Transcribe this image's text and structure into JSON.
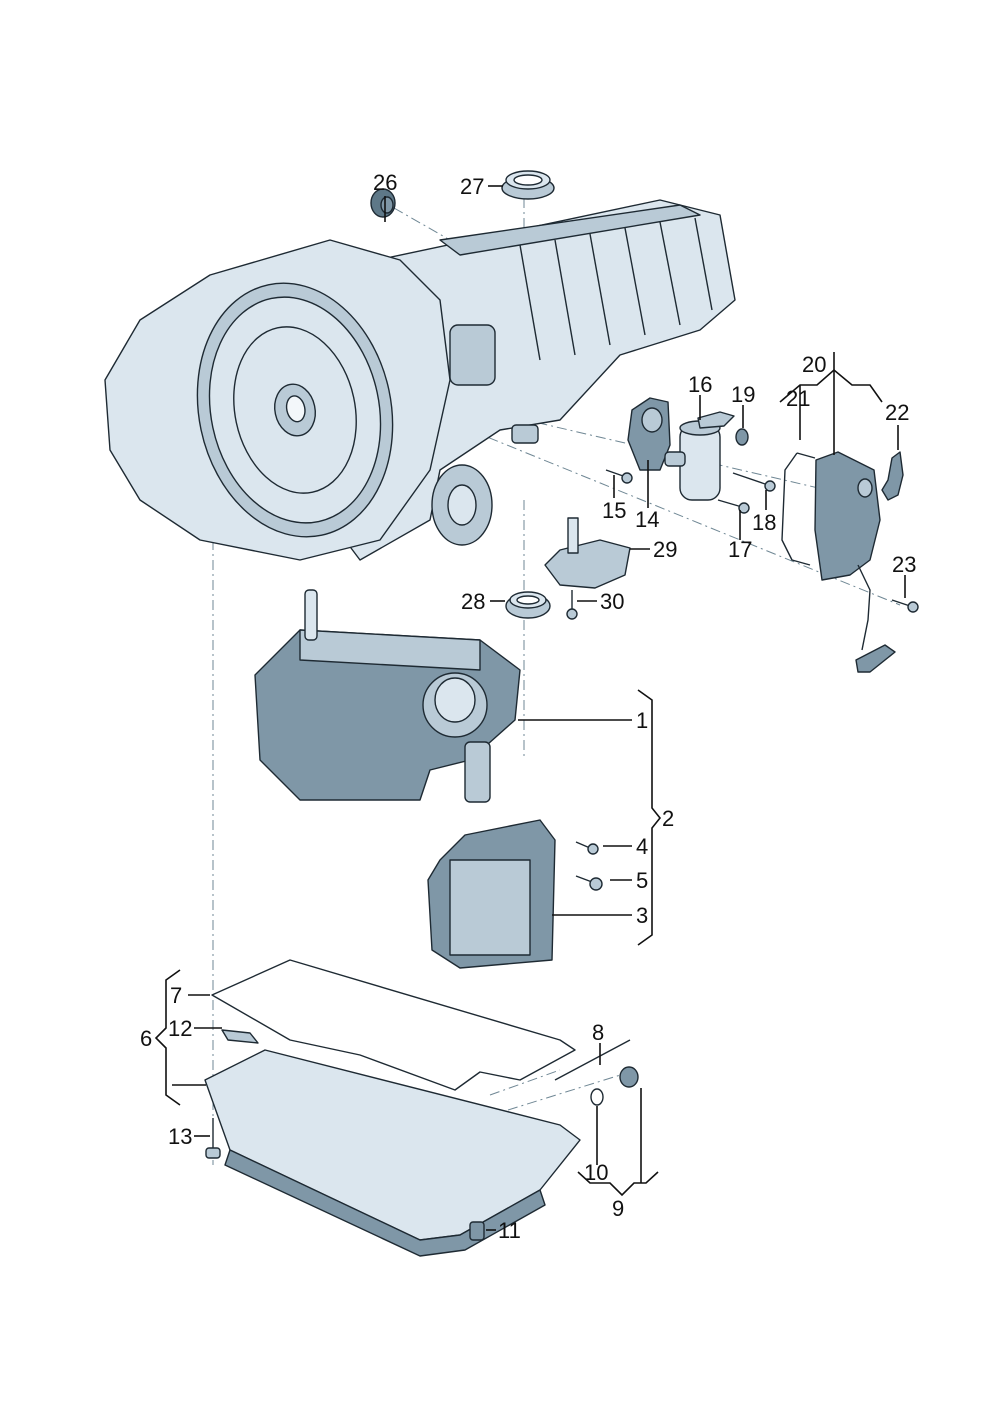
{
  "diagram": {
    "type": "exploded-parts-diagram",
    "subject": "automatic transmission with mechatronic unit, oil pan and selector components",
    "colors": {
      "part_light": "#dbe6ee",
      "part_mid": "#b9cad6",
      "part_dark": "#7f97a7",
      "outline": "#1e2a33",
      "label": "#111111"
    },
    "callouts": [
      {
        "id": "1",
        "part": "mechatronic-valve-body"
      },
      {
        "id": "2",
        "part": "mechatronic-assembly-group"
      },
      {
        "id": "3",
        "part": "control-unit-with-filter"
      },
      {
        "id": "4",
        "part": "bolt-small"
      },
      {
        "id": "5",
        "part": "bolt-flanged"
      },
      {
        "id": "6",
        "part": "oil-pan-assembly-group"
      },
      {
        "id": "7",
        "part": "oil-pan-gasket"
      },
      {
        "id": "8",
        "part": "overflow-tube"
      },
      {
        "id": "9",
        "part": "fill-plug-group"
      },
      {
        "id": "10",
        "part": "o-ring"
      },
      {
        "id": "11",
        "part": "drain-plug"
      },
      {
        "id": "12",
        "part": "magnet-label"
      },
      {
        "id": "13",
        "part": "oil-pan-bolt"
      },
      {
        "id": "14",
        "part": "cover-plate"
      },
      {
        "id": "15",
        "part": "bolt"
      },
      {
        "id": "16",
        "part": "pump-with-bracket"
      },
      {
        "id": "17",
        "part": "bolt"
      },
      {
        "id": "18",
        "part": "bolt"
      },
      {
        "id": "19",
        "part": "seal-ring"
      },
      {
        "id": "20",
        "part": "cover-assembly-group"
      },
      {
        "id": "21",
        "part": "cover-gasket"
      },
      {
        "id": "22",
        "part": "selector-lever"
      },
      {
        "id": "23",
        "part": "bolt"
      },
      {
        "id": "26",
        "part": "plug"
      },
      {
        "id": "27",
        "part": "seal-upper"
      },
      {
        "id": "28",
        "part": "seal-lower"
      },
      {
        "id": "29",
        "part": "sensor-housing"
      },
      {
        "id": "30",
        "part": "bolt"
      }
    ]
  }
}
